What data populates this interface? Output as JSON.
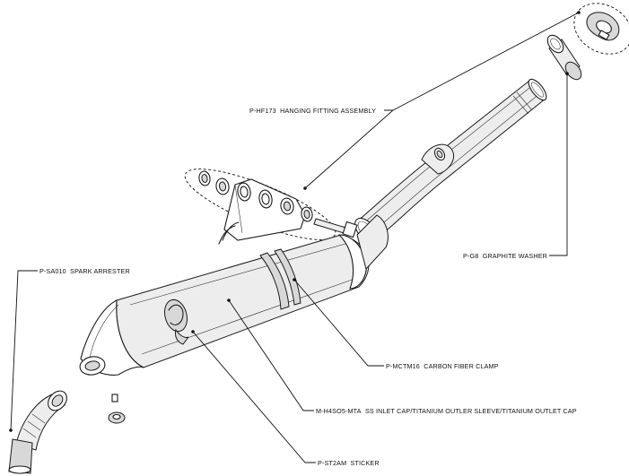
{
  "parts": [
    {
      "id": "hanging",
      "code": "P-HF173",
      "name": "HANGING FITTING ASSEMBLY"
    },
    {
      "id": "graphite",
      "code": "P-G8",
      "name": "GRAPHITE WASHER"
    },
    {
      "id": "spark",
      "code": "P-SA010",
      "name": "SPARK ARRESTER"
    },
    {
      "id": "clamp",
      "code": "P-MCTM16",
      "name": "CARBON FIBER CLAMP"
    },
    {
      "id": "inlet",
      "code": "M-H4SO5-MTA",
      "name": "SS INLET CAP/TITANIUM OUTLER SLEEVE/TITANIUM OUTLET CAP"
    },
    {
      "id": "sticker",
      "code": "P-ST2AM",
      "name": "STICKER"
    }
  ]
}
